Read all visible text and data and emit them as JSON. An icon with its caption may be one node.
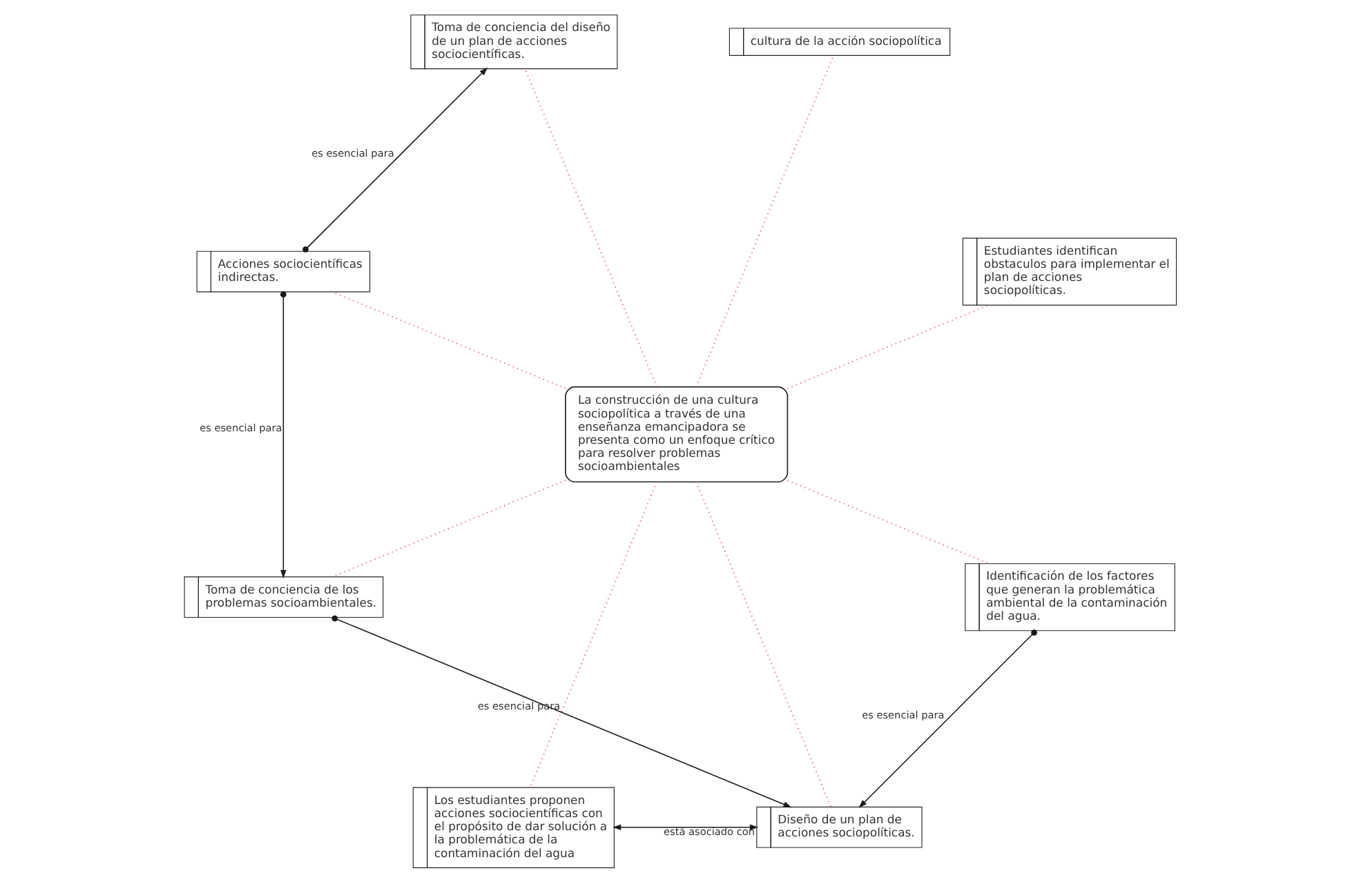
{
  "diagram": {
    "nodes": [
      {
        "text": [
          "Toma de conciencia del diseño de un plan de acciones sociocientíficas."
        ]
      },
      {
        "text": [
          "cultura de la acción sociopolítica"
        ]
      },
      {
        "text": [
          "Acciones sociocientíficas indirectas."
        ]
      },
      {
        "text": [
          "Estudiantes identifican obstaculos para implementar el plan de acciones sociopolíticas."
        ]
      },
      {
        "text": [
          "La construcción de una cultura sociopolítica a través de una enseñanza emancipadora se presenta como un enfoque crítico para resolver problemas socioambientales"
        ]
      },
      {
        "text": [
          "Toma de conciencia de los problemas socioambientales."
        ]
      },
      {
        "text": [
          "Identificación de los factores que generan la problemática ambiental de la contaminación del agua."
        ]
      },
      {
        "text": [
          "Los estudiantes proponen acciones sociocientíficas con el propósito de dar solución a la problemática de la contaminación del agua"
        ]
      },
      {
        "text": [
          "Diseño de un plan de acciones sociopolíticas."
        ]
      }
    ],
    "edges": [
      {
        "from": 2,
        "to": 0,
        "arrow": "to",
        "label": "es esencial para",
        "color": "#1a1a1a"
      },
      {
        "from": 4,
        "to": 0,
        "arrow": "none",
        "style": "dashed",
        "color": "#d9505a"
      },
      {
        "from": 4,
        "to": 1,
        "arrow": "none",
        "style": "dashed",
        "color": "#d9505a"
      },
      {
        "from": 4,
        "to": 2,
        "arrow": "none",
        "style": "dashed",
        "color": "#d9505a"
      },
      {
        "from": 4,
        "to": 3,
        "arrow": "none",
        "style": "dashed",
        "color": "#d9505a"
      },
      {
        "from": 2,
        "to": 5,
        "arrow": "to",
        "label": "es esencial para",
        "color": "#1a1a1a"
      },
      {
        "from": 4,
        "to": 5,
        "arrow": "none",
        "style": "dashed",
        "color": "#d9505a"
      },
      {
        "from": 4,
        "to": 6,
        "arrow": "none",
        "style": "dashed",
        "color": "#d9505a"
      },
      {
        "from": 4,
        "to": 7,
        "arrow": "none",
        "style": "dashed",
        "color": "#d9505a"
      },
      {
        "from": 4,
        "to": 8,
        "arrow": "none",
        "style": "dashed",
        "color": "#d9505a"
      },
      {
        "from": 5,
        "to": 8,
        "arrow": "to",
        "label": "es esencial para",
        "color": "#1a1a1a"
      },
      {
        "from": 6,
        "to": 8,
        "arrow": "to",
        "label": "es esencial para",
        "color": "#1a1a1a"
      },
      {
        "from": 7,
        "to": 8,
        "arrow": "both",
        "label": "está asociado con",
        "color": "#1a1a1a"
      }
    ]
  }
}
